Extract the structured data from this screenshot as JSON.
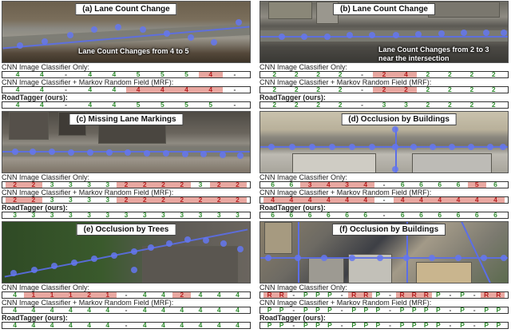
{
  "row_labels": {
    "cnn": "CNN Image Classifier Only:",
    "mrf": "CNN Image Classifier + Markov Random Field (MRF):",
    "ours": "RoadTagger (ours):"
  },
  "colors": {
    "correct_text": "#2e8b2e",
    "wrong_text": "#b52020",
    "wrong_highlight": "#e8a7a0",
    "graph_node": "#6477f0"
  },
  "panels": [
    {
      "id": "a",
      "title": "(a) Lane Count Change",
      "annotation": "Lane Count Changes from 4 to 5",
      "rows": {
        "cnn": [
          {
            "v": "4",
            "ok": true
          },
          {
            "v": "4",
            "ok": true
          },
          {
            "v": "-",
            "ok": null
          },
          {
            "v": "4",
            "ok": true
          },
          {
            "v": "4",
            "ok": true
          },
          {
            "v": "5",
            "ok": true
          },
          {
            "v": "5",
            "ok": true
          },
          {
            "v": "5",
            "ok": true
          },
          {
            "v": "4",
            "ok": false
          },
          {
            "v": "-",
            "ok": null
          }
        ],
        "mrf": [
          {
            "v": "4",
            "ok": true
          },
          {
            "v": "4",
            "ok": true
          },
          {
            "v": "-",
            "ok": null
          },
          {
            "v": "4",
            "ok": true
          },
          {
            "v": "4",
            "ok": true
          },
          {
            "v": "4",
            "ok": false
          },
          {
            "v": "4",
            "ok": false
          },
          {
            "v": "4",
            "ok": false
          },
          {
            "v": "4",
            "ok": false
          },
          {
            "v": "-",
            "ok": null
          }
        ],
        "ours": [
          {
            "v": "4",
            "ok": true
          },
          {
            "v": "4",
            "ok": true
          },
          {
            "v": "-",
            "ok": null
          },
          {
            "v": "4",
            "ok": true
          },
          {
            "v": "4",
            "ok": true
          },
          {
            "v": "5",
            "ok": true
          },
          {
            "v": "5",
            "ok": true
          },
          {
            "v": "5",
            "ok": true
          },
          {
            "v": "5",
            "ok": true
          },
          {
            "v": "-",
            "ok": null
          }
        ]
      }
    },
    {
      "id": "b",
      "title": "(b) Lane Count Change",
      "annotation": "Lane Count Changes from 2 to 3\nnear the intersection",
      "rows": {
        "cnn": [
          {
            "v": "2",
            "ok": true
          },
          {
            "v": "2",
            "ok": true
          },
          {
            "v": "2",
            "ok": true
          },
          {
            "v": "2",
            "ok": true
          },
          {
            "v": "-",
            "ok": null
          },
          {
            "v": "2",
            "ok": false
          },
          {
            "v": "4",
            "ok": false
          },
          {
            "v": "2",
            "ok": true
          },
          {
            "v": "2",
            "ok": true
          },
          {
            "v": "2",
            "ok": true
          },
          {
            "v": "2",
            "ok": true
          }
        ],
        "mrf": [
          {
            "v": "2",
            "ok": true
          },
          {
            "v": "2",
            "ok": true
          },
          {
            "v": "2",
            "ok": true
          },
          {
            "v": "2",
            "ok": true
          },
          {
            "v": "-",
            "ok": null
          },
          {
            "v": "2",
            "ok": false
          },
          {
            "v": "2",
            "ok": false
          },
          {
            "v": "2",
            "ok": true
          },
          {
            "v": "2",
            "ok": true
          },
          {
            "v": "2",
            "ok": true
          },
          {
            "v": "2",
            "ok": true
          }
        ],
        "ours": [
          {
            "v": "2",
            "ok": true
          },
          {
            "v": "2",
            "ok": true
          },
          {
            "v": "2",
            "ok": true
          },
          {
            "v": "2",
            "ok": true
          },
          {
            "v": "-",
            "ok": null
          },
          {
            "v": "3",
            "ok": true
          },
          {
            "v": "3",
            "ok": true
          },
          {
            "v": "2",
            "ok": true
          },
          {
            "v": "2",
            "ok": true
          },
          {
            "v": "2",
            "ok": true
          },
          {
            "v": "2",
            "ok": true
          }
        ]
      }
    },
    {
      "id": "c",
      "title": "(c) Missing Lane Markings",
      "annotation": "",
      "rows": {
        "cnn": [
          {
            "v": "2",
            "ok": false
          },
          {
            "v": "2",
            "ok": false
          },
          {
            "v": "3",
            "ok": true
          },
          {
            "v": "3",
            "ok": true
          },
          {
            "v": "3",
            "ok": true
          },
          {
            "v": "3",
            "ok": true
          },
          {
            "v": "2",
            "ok": false
          },
          {
            "v": "2",
            "ok": false
          },
          {
            "v": "2",
            "ok": false
          },
          {
            "v": "2",
            "ok": false
          },
          {
            "v": "3",
            "ok": true
          },
          {
            "v": "2",
            "ok": false
          },
          {
            "v": "2",
            "ok": false
          }
        ],
        "mrf": [
          {
            "v": "2",
            "ok": false
          },
          {
            "v": "2",
            "ok": false
          },
          {
            "v": "3",
            "ok": true
          },
          {
            "v": "3",
            "ok": true
          },
          {
            "v": "3",
            "ok": true
          },
          {
            "v": "3",
            "ok": true
          },
          {
            "v": "2",
            "ok": false
          },
          {
            "v": "2",
            "ok": false
          },
          {
            "v": "2",
            "ok": false
          },
          {
            "v": "2",
            "ok": false
          },
          {
            "v": "2",
            "ok": false
          },
          {
            "v": "2",
            "ok": false
          },
          {
            "v": "2",
            "ok": false
          }
        ],
        "ours": [
          {
            "v": "3",
            "ok": true
          },
          {
            "v": "3",
            "ok": true
          },
          {
            "v": "3",
            "ok": true
          },
          {
            "v": "3",
            "ok": true
          },
          {
            "v": "3",
            "ok": true
          },
          {
            "v": "3",
            "ok": true
          },
          {
            "v": "3",
            "ok": true
          },
          {
            "v": "3",
            "ok": true
          },
          {
            "v": "3",
            "ok": true
          },
          {
            "v": "3",
            "ok": true
          },
          {
            "v": "3",
            "ok": true
          },
          {
            "v": "3",
            "ok": true
          },
          {
            "v": "3",
            "ok": true
          }
        ]
      }
    },
    {
      "id": "d",
      "title": "(d) Occlusion by Buildings",
      "annotation": "",
      "rows": {
        "cnn": [
          {
            "v": "6",
            "ok": true
          },
          {
            "v": "6",
            "ok": true
          },
          {
            "v": "3",
            "ok": false
          },
          {
            "v": "4",
            "ok": false
          },
          {
            "v": "3",
            "ok": false
          },
          {
            "v": "4",
            "ok": false
          },
          {
            "v": "-",
            "ok": null
          },
          {
            "v": "6",
            "ok": true
          },
          {
            "v": "6",
            "ok": true
          },
          {
            "v": "6",
            "ok": true
          },
          {
            "v": "6",
            "ok": true
          },
          {
            "v": "5",
            "ok": false
          },
          {
            "v": "6",
            "ok": true
          }
        ],
        "mrf": [
          {
            "v": "4",
            "ok": false
          },
          {
            "v": "4",
            "ok": false
          },
          {
            "v": "4",
            "ok": false
          },
          {
            "v": "4",
            "ok": false
          },
          {
            "v": "4",
            "ok": false
          },
          {
            "v": "4",
            "ok": false
          },
          {
            "v": "-",
            "ok": null
          },
          {
            "v": "4",
            "ok": false
          },
          {
            "v": "4",
            "ok": false
          },
          {
            "v": "4",
            "ok": false
          },
          {
            "v": "4",
            "ok": false
          },
          {
            "v": "4",
            "ok": false
          },
          {
            "v": "4",
            "ok": false
          }
        ],
        "ours": [
          {
            "v": "6",
            "ok": true
          },
          {
            "v": "6",
            "ok": true
          },
          {
            "v": "6",
            "ok": true
          },
          {
            "v": "6",
            "ok": true
          },
          {
            "v": "6",
            "ok": true
          },
          {
            "v": "6",
            "ok": true
          },
          {
            "v": "-",
            "ok": null
          },
          {
            "v": "6",
            "ok": true
          },
          {
            "v": "6",
            "ok": true
          },
          {
            "v": "6",
            "ok": true
          },
          {
            "v": "6",
            "ok": true
          },
          {
            "v": "6",
            "ok": true
          },
          {
            "v": "6",
            "ok": true
          }
        ]
      }
    },
    {
      "id": "e",
      "title": "(e) Occlusion by Trees",
      "annotation": "",
      "rows": {
        "cnn": [
          {
            "v": "4",
            "ok": true
          },
          {
            "v": "1",
            "ok": false
          },
          {
            "v": "1",
            "ok": false
          },
          {
            "v": "1",
            "ok": false
          },
          {
            "v": "2",
            "ok": false
          },
          {
            "v": "1",
            "ok": false
          },
          {
            "v": "-",
            "ok": null
          },
          {
            "v": "4",
            "ok": true
          },
          {
            "v": "4",
            "ok": true
          },
          {
            "v": "2",
            "ok": false
          },
          {
            "v": "4",
            "ok": true
          },
          {
            "v": "4",
            "ok": true
          },
          {
            "v": "4",
            "ok": true
          }
        ],
        "mrf": [
          {
            "v": "4",
            "ok": true
          },
          {
            "v": "4",
            "ok": true
          },
          {
            "v": "4",
            "ok": true
          },
          {
            "v": "4",
            "ok": true
          },
          {
            "v": "4",
            "ok": true
          },
          {
            "v": "4",
            "ok": true
          },
          {
            "v": "-",
            "ok": null
          },
          {
            "v": "4",
            "ok": true
          },
          {
            "v": "4",
            "ok": true
          },
          {
            "v": "4",
            "ok": true
          },
          {
            "v": "4",
            "ok": true
          },
          {
            "v": "4",
            "ok": true
          },
          {
            "v": "4",
            "ok": true
          }
        ],
        "ours": [
          {
            "v": "4",
            "ok": true
          },
          {
            "v": "4",
            "ok": true
          },
          {
            "v": "4",
            "ok": true
          },
          {
            "v": "4",
            "ok": true
          },
          {
            "v": "4",
            "ok": true
          },
          {
            "v": "4",
            "ok": true
          },
          {
            "v": "-",
            "ok": null
          },
          {
            "v": "4",
            "ok": true
          },
          {
            "v": "4",
            "ok": true
          },
          {
            "v": "4",
            "ok": true
          },
          {
            "v": "4",
            "ok": true
          },
          {
            "v": "4",
            "ok": true
          },
          {
            "v": "4",
            "ok": true
          }
        ]
      }
    },
    {
      "id": "f",
      "title": "(f) Occlusion by Buildings",
      "annotation": "",
      "rows": {
        "cnn": [
          {
            "v": "R",
            "ok": false
          },
          {
            "v": "R",
            "ok": false
          },
          {
            "v": "-",
            "ok": null
          },
          {
            "v": "P",
            "ok": true
          },
          {
            "v": "P",
            "ok": true
          },
          {
            "v": "P",
            "ok": true
          },
          {
            "v": "-",
            "ok": null
          },
          {
            "v": "R",
            "ok": false
          },
          {
            "v": "R",
            "ok": false
          },
          {
            "v": "P",
            "ok": true
          },
          {
            "v": "-",
            "ok": null
          },
          {
            "v": "R",
            "ok": false
          },
          {
            "v": "R",
            "ok": false
          },
          {
            "v": "R",
            "ok": false
          },
          {
            "v": "P",
            "ok": true
          },
          {
            "v": "-",
            "ok": null
          },
          {
            "v": "P",
            "ok": true
          },
          {
            "v": "-",
            "ok": null
          },
          {
            "v": "R",
            "ok": false
          },
          {
            "v": "R",
            "ok": false
          }
        ],
        "mrf": [
          {
            "v": "P",
            "ok": true
          },
          {
            "v": "P",
            "ok": true
          },
          {
            "v": "-",
            "ok": null
          },
          {
            "v": "P",
            "ok": true
          },
          {
            "v": "P",
            "ok": true
          },
          {
            "v": "P",
            "ok": true
          },
          {
            "v": "-",
            "ok": null
          },
          {
            "v": "P",
            "ok": true
          },
          {
            "v": "P",
            "ok": true
          },
          {
            "v": "P",
            "ok": true
          },
          {
            "v": "-",
            "ok": null
          },
          {
            "v": "P",
            "ok": true
          },
          {
            "v": "P",
            "ok": true
          },
          {
            "v": "P",
            "ok": true
          },
          {
            "v": "P",
            "ok": true
          },
          {
            "v": "-",
            "ok": null
          },
          {
            "v": "P",
            "ok": true
          },
          {
            "v": "-",
            "ok": null
          },
          {
            "v": "P",
            "ok": true
          },
          {
            "v": "P",
            "ok": true
          }
        ],
        "ours": [
          {
            "v": "P",
            "ok": true
          },
          {
            "v": "P",
            "ok": true
          },
          {
            "v": "-",
            "ok": null
          },
          {
            "v": "P",
            "ok": true
          },
          {
            "v": "P",
            "ok": true
          },
          {
            "v": "P",
            "ok": true
          },
          {
            "v": "-",
            "ok": null
          },
          {
            "v": "P",
            "ok": true
          },
          {
            "v": "P",
            "ok": true
          },
          {
            "v": "P",
            "ok": true
          },
          {
            "v": "-",
            "ok": null
          },
          {
            "v": "P",
            "ok": true
          },
          {
            "v": "P",
            "ok": true
          },
          {
            "v": "P",
            "ok": true
          },
          {
            "v": "P",
            "ok": true
          },
          {
            "v": "-",
            "ok": null
          },
          {
            "v": "P",
            "ok": true
          },
          {
            "v": "-",
            "ok": null
          },
          {
            "v": "P",
            "ok": true
          },
          {
            "v": "P",
            "ok": true
          }
        ]
      }
    }
  ]
}
